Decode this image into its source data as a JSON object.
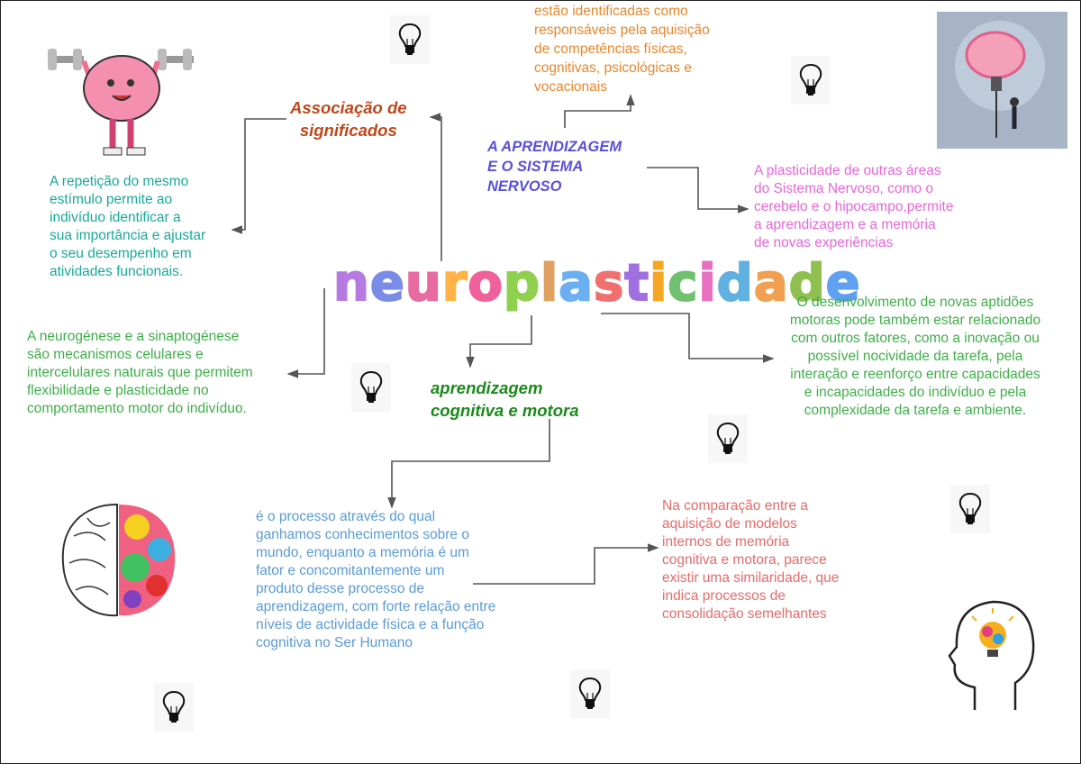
{
  "title": "neuroplasticidade",
  "title_colors": [
    "#b57be0",
    "#7a8ce8",
    "#e86aa0",
    "#ffb347",
    "#f0609a",
    "#8fd14f",
    "#e0a060",
    "#6ab0f0",
    "#f07070",
    "#a070e0",
    "#f5a623",
    "#70c070",
    "#e870c0",
    "#60b0e0",
    "#f0a050",
    "#90c050",
    "#60a0f0"
  ],
  "nodes": {
    "associacao": {
      "text": "Associação de\nsignificados",
      "color": "#c0471a"
    },
    "sistema_nervoso": {
      "text": "A APRENDIZAGEM\nE O SISTEMA\nNERVOSO",
      "color": "#5a50d8"
    },
    "cognitiva_motora": {
      "text": "aprendizagem\ncognitiva e motora",
      "color": "#1a8a1a"
    }
  },
  "texts": {
    "competencias": {
      "text": "estão identificadas  como\nresponsáveis pela  aquisição\nde competências físicas,\ncognitivas, psicológicas e\nvocacionais",
      "color": "#e8862a"
    },
    "repeticao": {
      "text": "A repetição do mesmo\nestímulo permite ao\nindivíduo  identificar  a\nsua  importância  e  ajustar\no  seu  desempenho  em\natividades  funcionais.",
      "color": "#17a99a"
    },
    "neurogenese": {
      "text": "A neurogénese  e  a  sinaptogénese\nsão  mecanismos  celulares  e\nintercelulares  naturais  que  permitem\nflexibilidade  e  plasticidade  no\ncomportamento  motor  do  indivíduo.",
      "color": "#3fae4a"
    },
    "plasticidade_areas": {
      "text": "A plasticidade  de  outras  áreas\ndo Sistema Nervoso, como o\ncerebelo e o hipocampo,permite\na  aprendizagem e a  memória\nde  novas experiências",
      "color": "#e667d6"
    },
    "aptidoes": {
      "text": "O desenvolvimento  de  novas  aptidões\nmotoras  pode  também estar  relacionado\ncom outros  fatores, como  a  inovação  ou\npossível  nocividade  da  tarefa,  pela\ninteração  e  reenforço  entre  capacidades\ne  incapacidades  do  indivíduo  e  pela\ncomplexidade  da  tarefa e ambiente.",
      "color": "#3fae4a"
    },
    "processo": {
      "text": "é o  processo  através  do  qual\nganhamos  conhecimentos  sobre  o\nmundo, enquanto  a  memória  é  um\nfator  e  concomitantemente  um\nproduto desse processo de\naprendizagem, com  forte  relação  entre\nníveis  de  actividade  física  e  a  função\ncognitiva no Ser Humano",
      "color": "#5b9bd5"
    },
    "comparacao": {
      "text": "Na comparação  entre  a\naquisição  de  modelos\ninternos  de  memória\ncognitiva  e  motora,  parece\nexistir  uma  similaridade,  que\nindica  processos  de\nconsolidação semelhantes",
      "color": "#e86a6a"
    }
  },
  "icons": [
    "lightbulb-icon",
    "brain-dumbbell-illustration",
    "brain-lightbulb-illustration",
    "colorful-brain-illustration",
    "head-lightbulb-illustration"
  ],
  "connector_color": "#555555"
}
